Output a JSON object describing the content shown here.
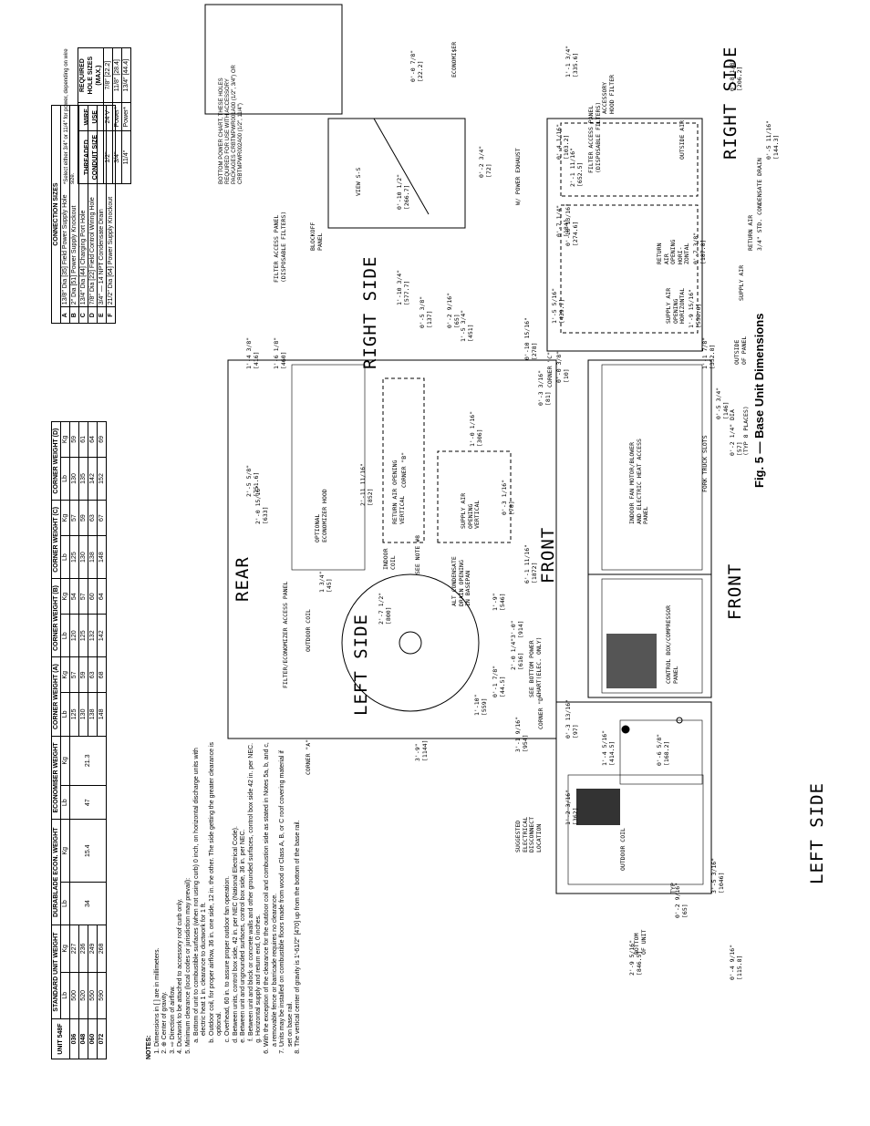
{
  "figure_caption": "Fig. 5 — Base Unit Dimensions",
  "weights_table": {
    "headers": {
      "unit": "UNIT 548F",
      "standard": "STANDARD UNIT WEIGHT",
      "durablade": "DURABLADE ECON. WEIGHT",
      "economiser": "ECONOMI$ER WEIGHT",
      "corner_a": "CORNER WEIGHT (A)",
      "corner_b": "CORNER WEIGHT (B)",
      "corner_c": "CORNER WEIGHT (C)",
      "corner_d": "CORNER WEIGHT (D)",
      "lb": "Lb",
      "kg": "Kg"
    },
    "shared": {
      "durablade_lb": "34",
      "durablade_kg": "15.4",
      "econ_lb": "47",
      "econ_kg": "21.3"
    },
    "rows": [
      {
        "unit": "036",
        "std_lb": "500",
        "std_kg": "227",
        "a_lb": "125",
        "a_kg": "57",
        "b_lb": "120",
        "b_kg": "54",
        "c_lb": "125",
        "c_kg": "57",
        "d_lb": "130",
        "d_kg": "59"
      },
      {
        "unit": "048",
        "std_lb": "520",
        "std_kg": "236",
        "a_lb": "130",
        "a_kg": "59",
        "b_lb": "125",
        "b_kg": "57",
        "c_lb": "130",
        "c_kg": "59",
        "d_lb": "135",
        "d_kg": "61"
      },
      {
        "unit": "060",
        "std_lb": "550",
        "std_kg": "249",
        "a_lb": "138",
        "a_kg": "63",
        "b_lb": "132",
        "b_kg": "60",
        "c_lb": "138",
        "c_kg": "63",
        "d_lb": "142",
        "d_kg": "64"
      },
      {
        "unit": "072",
        "std_lb": "590",
        "std_kg": "268",
        "a_lb": "148",
        "a_kg": "68",
        "b_lb": "142",
        "b_kg": "64",
        "c_lb": "148",
        "c_kg": "67",
        "d_lb": "152",
        "d_kg": "69"
      }
    ]
  },
  "connection_table": {
    "title": "CONNECTION SIZES",
    "rows": [
      {
        "key": "A",
        "desc": "13/8″ Dia [35] Field Power Supply Hole"
      },
      {
        "key": "B",
        "desc": "2″ Dia [51] Power Supply Knockout"
      },
      {
        "key": "C",
        "desc": "13/4″ Dia [44] Charging Port Hole"
      },
      {
        "key": "D",
        "desc": "7/8″ Dia [22] Field Control Wiring Hole"
      },
      {
        "key": "E",
        "desc": "3/4″ — 14 NPT Condensate Drain"
      },
      {
        "key": "F",
        "desc": "21/2″ Dia [64] Power Supply Knockout"
      }
    ]
  },
  "bottom_power": {
    "text": "BOTTOM POWER CHART, THESE HOLES REQUIRED FOR USE WITH ACCESSORY PACKAGES CRBTMPWR001A00 (1/2″, 3/4″) OR CRBTMPWR002A00 (1/2″, 11/4″)",
    "headers": [
      "THREADED CONDUIT SIZE",
      "WIRE USE",
      "REQUIRED HOLE SIZES (MAX.)"
    ],
    "rows": [
      [
        "1/2″",
        "24 V",
        "7/8″ [22.2]"
      ],
      [
        "3/4″",
        "Power*",
        "11/8″ [28.4]"
      ],
      [
        "11/4″",
        "Power*",
        "13/4″ [44.4]"
      ]
    ],
    "footnote": "*Select either 3/4″ or 11/4″ for power, depending on wire size."
  },
  "notes": {
    "title": "NOTES:",
    "items": [
      "Dimensions in [ ] are in millimeters.",
      "Center of gravity.",
      "Direction of airflow.",
      "Ductwork to be attached to accessory roof curb only.",
      "Minimum clearance (local codes or jurisdiction may prevail):",
      "With the exception of the clearance for the outdoor coil and combustion side as stated in Notes 5a, b, and c, a removable fence or barricade requires no clearance.",
      "Units may be installed on combustible floors made from wood or Class A, B, or C roof covering material if set on base rail.",
      "The vertical center of gravity is 1′-61/2″ [470] up from the bottom of the base rail."
    ],
    "sub5": [
      "Bottom of unit to combustible surfaces (when not using curb) 0 inch, on horizontal discharge units with electric heat 1 in. clearance to ductwork for 1 ft.",
      "Outdoor coil, for proper airflow, 36 in. one side, 12 in. the other. The side getting the greater clearance is optional.",
      "Overhead, 60 in. to assure proper outdoor fan operation.",
      "Between units, control box side, 42 in. per NEC (National Electrical Code).",
      "Between unit and ungrounded surfaces, control box side, 36 in. per NEC.",
      "Between unit and block or concrete walls and other grounded surfaces, control box side 42 in. per NEC.",
      "Horizontal supply and return end, 0 inches."
    ]
  },
  "drawing": {
    "view_titles": {
      "left_side": "LEFT SIDE",
      "front": "FRONT",
      "right_side": "RIGHT SIDE",
      "rear": "REAR",
      "top_left_side": "LEFT SIDE",
      "top_right_side": "RIGHT SIDE",
      "top_front": "FRONT"
    },
    "left_view": {
      "outdoor_coil": "OUTDOOR COIL",
      "disconnect": "SUGGESTED\nELECTRICAL\nDISCONNECT\nLOCATION",
      "bottom": "BOTTOM\nOF UNIT",
      "dims": [
        "2'-9 5/16\"\n[846.5]",
        "0'-2 9/16\"\n[65]",
        "TYP",
        "3'-5 3/16\"\n[1046]",
        "0'-4 9/16\"\n[115.8]",
        "1'-2 3/16\"\n[362]",
        "0'-3 13/16\"\n[97]",
        "1'-4 5/16\"\n[414.5]",
        "0'-6 5/8\"\n[168.2]",
        "CORNER \"D\""
      ]
    },
    "front_view": {
      "control_box": "CONTROL BOX/COMPRESSOR\nPANEL",
      "indoor_fan": "INDOOR FAN MOTOR/BLOWER\nAND ELECTRIC HEAT ACCESS\nPANEL",
      "fork": "FORK TRUCK SLOTS",
      "dia": "0'-2 1/4\" DIA\n[57]\n(TYP 8 PLACES)",
      "dims": [
        "0'-5 3/4\"\n[146]",
        "3'-1 9/16\"\n[954]"
      ]
    },
    "right_view": {
      "return": "RETURN\nAIR\nOPENING\nHORI-\nZONTAL",
      "supply": "SUPPLY AIR\nOPENING\nHORIZONTAL",
      "filter": "FILTER ACCESS PANEL\n(DISPOSABLE FILTERS)",
      "hood": "ACCESSORY\nHOOD FILTER",
      "outside_air": "OUTSIDE AIR",
      "return_air": "RETURN AIR",
      "supply_air": "SUPPLY AIR",
      "outside_panel": "OUTSIDE\nOF PANEL",
      "drain": "3/4\" STD. CONDENSATE DRAIN",
      "dims": [
        "0'-7 1/4\"\n[184]",
        "0'-10 13/16\"\n[274.6]",
        "0'-7 3/8\"\n[187.8]",
        "1'-5 5/16\"\n[439.7]",
        "2'-1 11/16\"\n[652.5]",
        "1'-1 7/8\"\n[352.8]",
        "0'-4 1/16\"\n[103.2]",
        "0'-5 11/16\"\n[144.3]",
        "0'-8 1/8\"\n[206.2]",
        "1'-1 3/4\"\n[335.6]",
        "1'-9 15/16\"\n[558.6]",
        "0'-0 3/8\"\n[10]"
      ]
    },
    "top_view": {
      "return_v": "RETURN AIR OPENING\nVERTICAL",
      "supply_v": "SUPPLY AIR\nOPENING\nVERTICAL",
      "optional_hood": "OPTIONAL\nECONOMIZER HOOD",
      "indoor_coil": "INDOOR\nCOIL",
      "outdoor_coil": "OUTDOOR COIL",
      "see_note": "SEE NOTE #8",
      "alt_drain": "ALT CONDENSATE\nDRAIN OPENING\nIN BASEPAN",
      "bottom_power": "SEE BOTTOM POWER\nCHART(ELEC. ONLY)",
      "filter_econ": "FILTER/ECONOMIZER ACCESS PANEL",
      "corner_a": "CORNER \"A\"",
      "corner_b": "CORNER \"B\"",
      "corner_c": "CORNER \"C\"",
      "dims": [
        "2'-5 5/8\"\n[751.6]",
        "2'-0 15/16\"\n[633]",
        "2'-7 1/2\"\n[800]",
        "2'-11 11/16\"\n[852]",
        "1'-0 1/16\"\n[306]",
        "0'-3 1/16\"\n[78]",
        "6'-1 11/16\"\n[1872]",
        "3'-0\"\n[914]",
        "2'-0 1/4\"\n[616]",
        "1'-10\"\n[559]",
        "0'-1 7/8\"\n[44.5]",
        "1'-9\"\n[546]",
        "0'-3 3/16\"\n[81]",
        "0'-10 15/16\"\n[278]",
        "1'-5 3/4\"\n[451]",
        "0'-5 3/8\"\n[137]",
        "0'-2 9/16\"\n[65]",
        "3'-9\"\n[1144]",
        "1 3/4\"\n[45]"
      ]
    },
    "view_s": {
      "title": "VIEW S-S",
      "baro": "FILTER ACCESS PANEL\n(DISPOSABLE FILTERS)",
      "blockoff": "BLOCKOFF\nPANEL",
      "econ": "ECONOMI$ER",
      "power_exhaust": "W/ POWER EXHAUST",
      "dims": [
        "0'-10 1/2\"\n[266.7]",
        "0'-0 7/8\"\n[22.2]",
        "0'-2 3/4\"\n[72]",
        "1'-4 3/8\"\n[416]",
        "1'-6 1/8\"\n[460]",
        "1'-10 3/4\"\n[577.7]"
      ]
    }
  }
}
